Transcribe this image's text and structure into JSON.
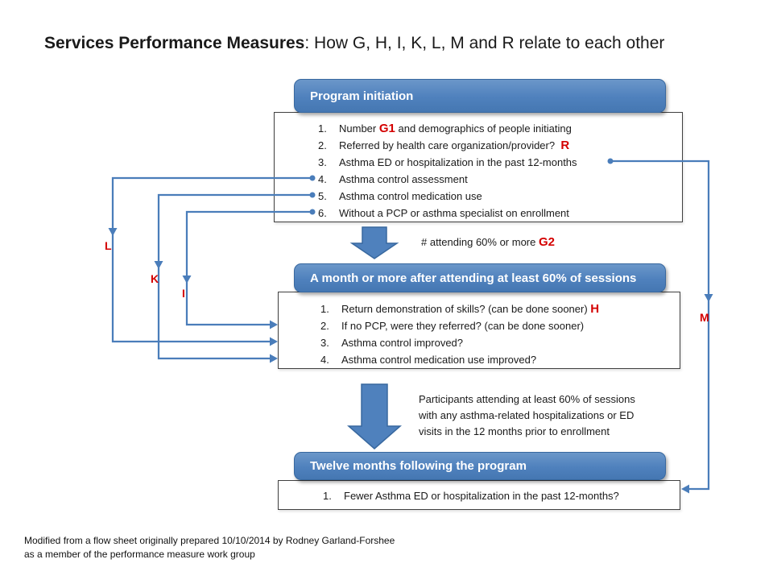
{
  "title": {
    "bold": "Services Performance Measures",
    "rest": ": How G, H, I, K, L, M and R relate to each other"
  },
  "colors": {
    "blue": "#4f81bd",
    "blue-dark": "#38689f",
    "line": "#4a7dba",
    "red": "#d40000"
  },
  "boxes": {
    "box1": {
      "header": "Program initiation",
      "items": [
        [
          "Number ",
          {
            "t": "G1",
            "red": true
          },
          " and demographics of people initiating"
        ],
        [
          "Referred by health care organization/provider?  ",
          {
            "t": "R",
            "red": true
          }
        ],
        [
          "Asthma ED or hospitalization in the past 12-months"
        ],
        [
          "Asthma control assessment"
        ],
        [
          "Asthma control medication use"
        ],
        [
          "Without a PCP or asthma specialist on enrollment"
        ]
      ]
    },
    "box2": {
      "header": "A month or more after attending at least 60% of sessions",
      "items": [
        [
          "Return demonstration of skills? (can be done sooner) ",
          {
            "t": "H",
            "red": true
          }
        ],
        [
          "If no PCP, were they referred? (can be done sooner)"
        ],
        [
          "Asthma control improved?"
        ],
        [
          "Asthma control medication use improved?"
        ]
      ]
    },
    "box3": {
      "header": "Twelve months following the program",
      "items": [
        [
          "Fewer Asthma ED or hospitalization in the past 12-months?"
        ]
      ]
    }
  },
  "flow_labels": {
    "g2": [
      "# attending 60% or more ",
      {
        "t": "G2",
        "red": true
      }
    ],
    "participants_lines": [
      "Participants attending at least 60% of sessions",
      "with any asthma-related hospitalizations or ED",
      "visits in the 12 months prior to enrollment"
    ]
  },
  "connector_labels": {
    "l": "L",
    "k": "K",
    "i": "I",
    "m": "M"
  },
  "footer_lines": [
    "Modified from a flow sheet originally prepared 10/10/2014 by Rodney Garland-Forshee",
    "as a member of the performance measure work group"
  ]
}
